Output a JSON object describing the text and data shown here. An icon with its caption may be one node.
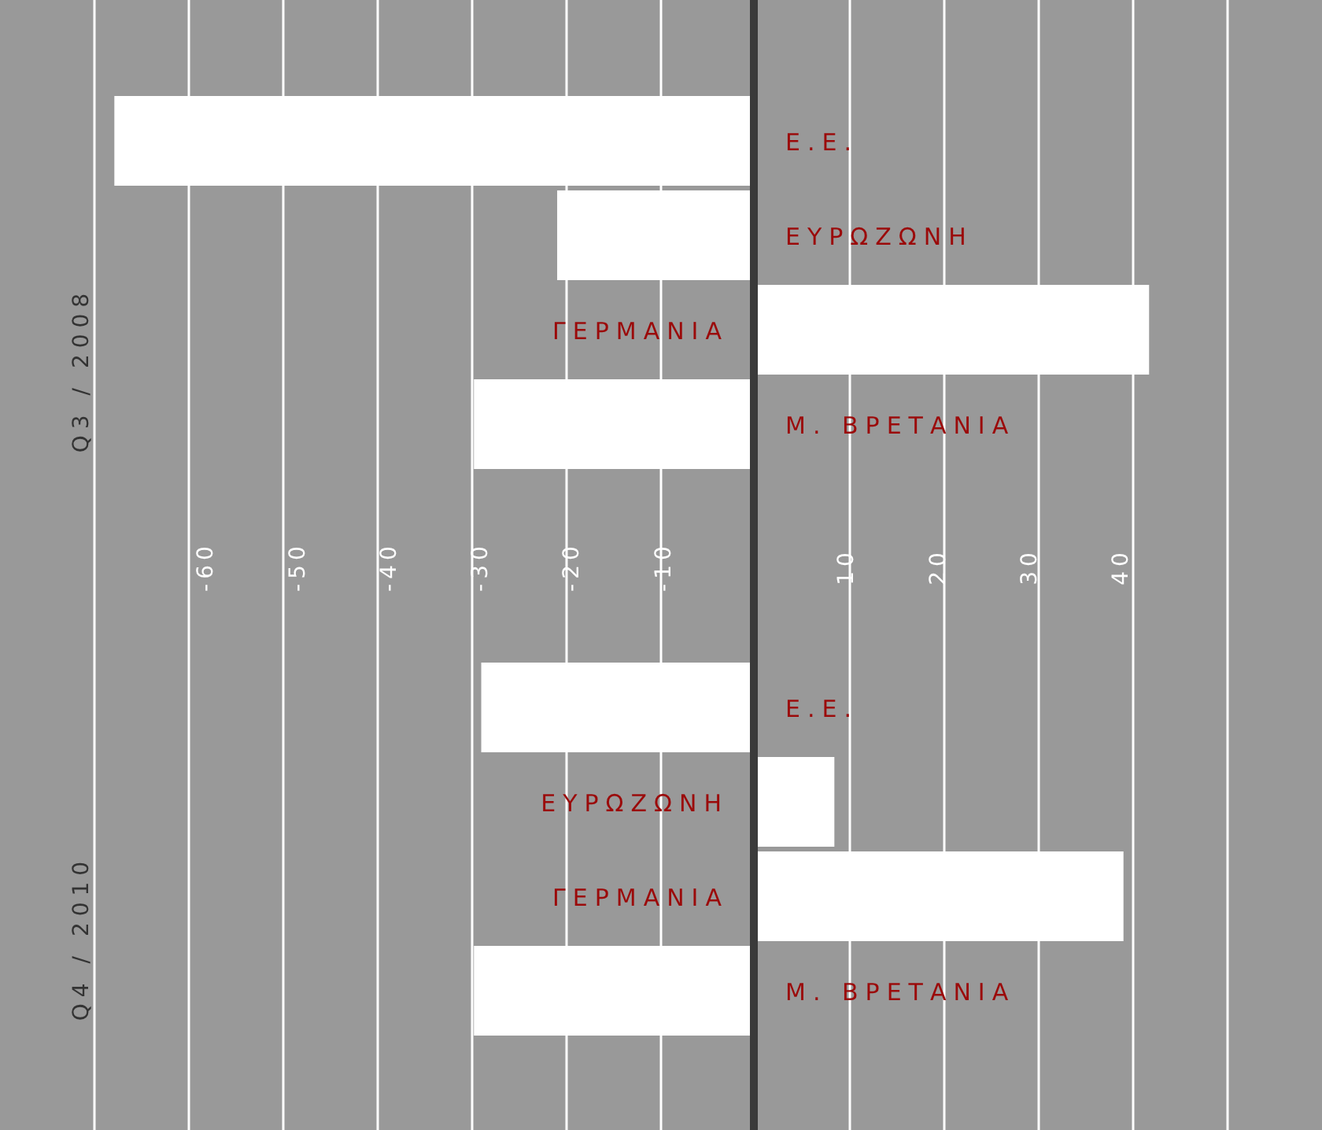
{
  "diagram": {
    "labels": [
      "Q3 / 2008",
      "Q4 / 2010"
    ],
    "chart_data": {
      "type": "bar",
      "orientation": "horizontal",
      "categories": [
        "Ε.Ε.",
        "ΕΥΡΩΖΩΝΗ",
        "ΓΕΡΜΑΝΙΑ",
        "Μ. ΒΡΕΤΑΝΙΑ",
        "Ε.Ε.",
        "ΕΥΡΩΖΩΝΗ",
        "ΓΕΡΜΑΝΙΑ",
        "Μ. ΒΡΕΤΑΝΙΑ"
      ],
      "values": [
        -69.9,
        -21.5,
        43.2,
        -30.6,
        -29.8,
        8.8,
        40.4,
        -30.6
      ],
      "xlim": [
        -82.4,
        62.1
      ],
      "grid": true,
      "xticks": [
        -60,
        -50,
        -40,
        -30,
        -20,
        -10,
        10,
        20,
        30,
        40
      ]
    }
  }
}
